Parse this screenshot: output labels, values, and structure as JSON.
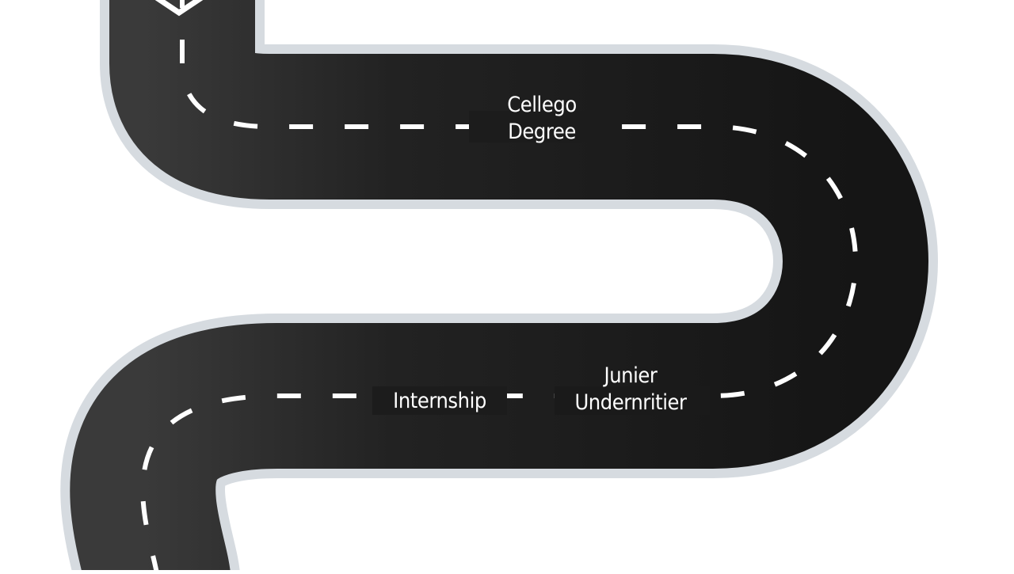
{
  "diagram": {
    "type": "winding-road-roadmap",
    "colors": {
      "background": "#ffffff",
      "road": "#1e1e1e",
      "road_edge": "#d6dbe0",
      "lane_marking": "#ffffff",
      "label_text": "#ffffff"
    },
    "milestones": [
      {
        "id": "college-degree",
        "lines": [
          "Cellego",
          "Degree"
        ]
      },
      {
        "id": "internship",
        "lines": [
          "Internship"
        ]
      },
      {
        "id": "junior-underwriter",
        "lines": [
          "Junier",
          "Undernritier"
        ]
      }
    ]
  }
}
